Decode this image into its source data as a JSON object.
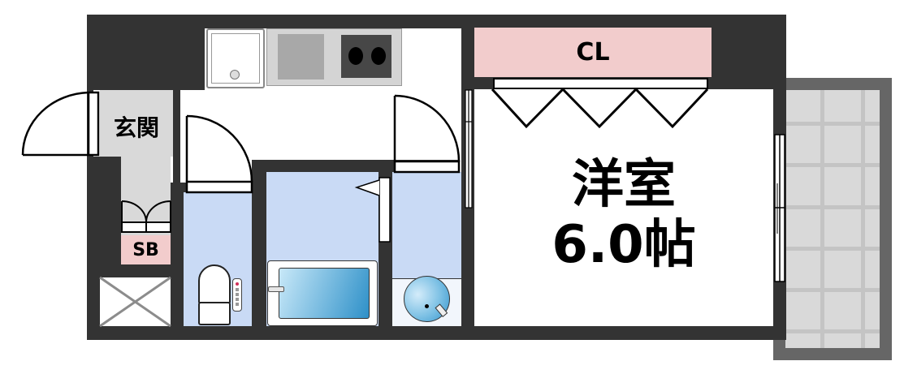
{
  "floor_plan": {
    "type": "1K apartment floor plan",
    "rooms": [
      {
        "id": "entrance",
        "label": "玄関",
        "color": "#d9d9d9"
      },
      {
        "id": "shoe-box",
        "label": "SB",
        "color": "#f2cccc"
      },
      {
        "id": "closet",
        "label": "CL",
        "color": "#f2cccc"
      },
      {
        "id": "western-room",
        "label_line1": "洋室",
        "label_line2": "6.0帖",
        "color": "#ffffff"
      },
      {
        "id": "toilet",
        "label": "",
        "color": "#c9daf5"
      },
      {
        "id": "bathroom",
        "label": "",
        "color": "#c9daf5"
      },
      {
        "id": "washroom",
        "label": "",
        "color": "#c9daf5"
      },
      {
        "id": "kitchen",
        "label": "",
        "color": "#ffffff"
      },
      {
        "id": "balcony",
        "label": "",
        "color": "#d9d9d9"
      },
      {
        "id": "pipe-space",
        "label": "",
        "color": "#ffffff"
      }
    ],
    "fixtures": [
      "sink",
      "stove-2-burner",
      "refrigerator-space",
      "toilet",
      "bathtub",
      "washing-machine-pan"
    ],
    "colors": {
      "wall": "#333333",
      "balcony_frame": "#666666",
      "wet_area": "#c9daf5",
      "storage": "#f2cccc",
      "entrance_floor": "#d9d9d9"
    }
  }
}
